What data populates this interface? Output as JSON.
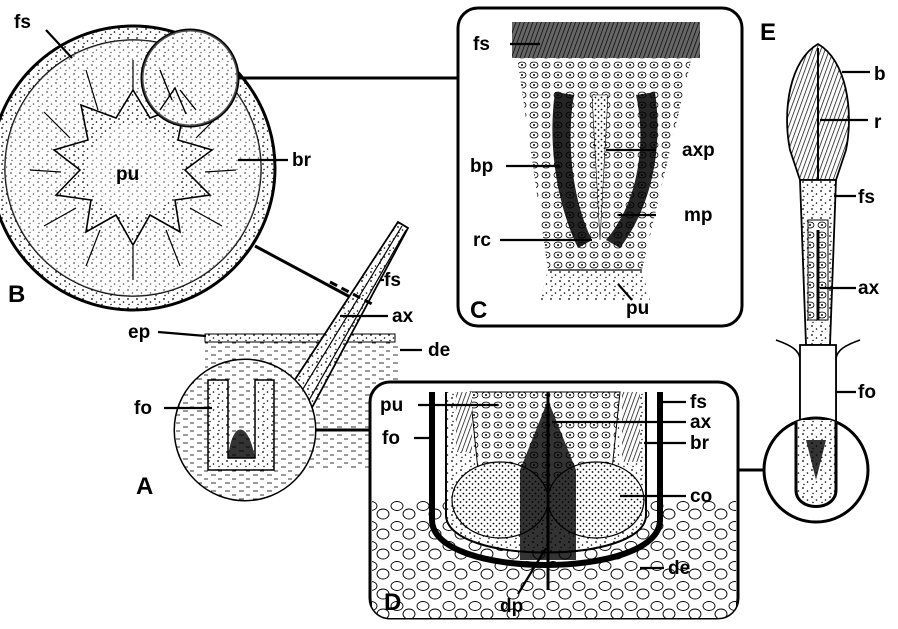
{
  "figure": {
    "panels": {
      "A": "A",
      "B": "B",
      "C": "C",
      "D": "D",
      "E": "E"
    },
    "panel_B_labels": {
      "fs": "fs",
      "pu": "pu",
      "br": "br"
    },
    "panel_C_labels": {
      "fs": "fs",
      "axp": "axp",
      "bp": "bp",
      "mp": "mp",
      "rc": "rc",
      "pu": "pu"
    },
    "panel_A_labels": {
      "fs": "fs",
      "ax": "ax",
      "ep": "ep",
      "de": "de",
      "fo": "fo"
    },
    "panel_D_labels": {
      "pu": "pu",
      "fo": "fo",
      "fs": "fs",
      "ax": "ax",
      "br": "br",
      "co": "co",
      "de": "de",
      "dp": "dp"
    },
    "panel_E_labels": {
      "b": "b",
      "r": "r",
      "fs": "fs",
      "ax": "ax",
      "fo": "fo"
    }
  }
}
